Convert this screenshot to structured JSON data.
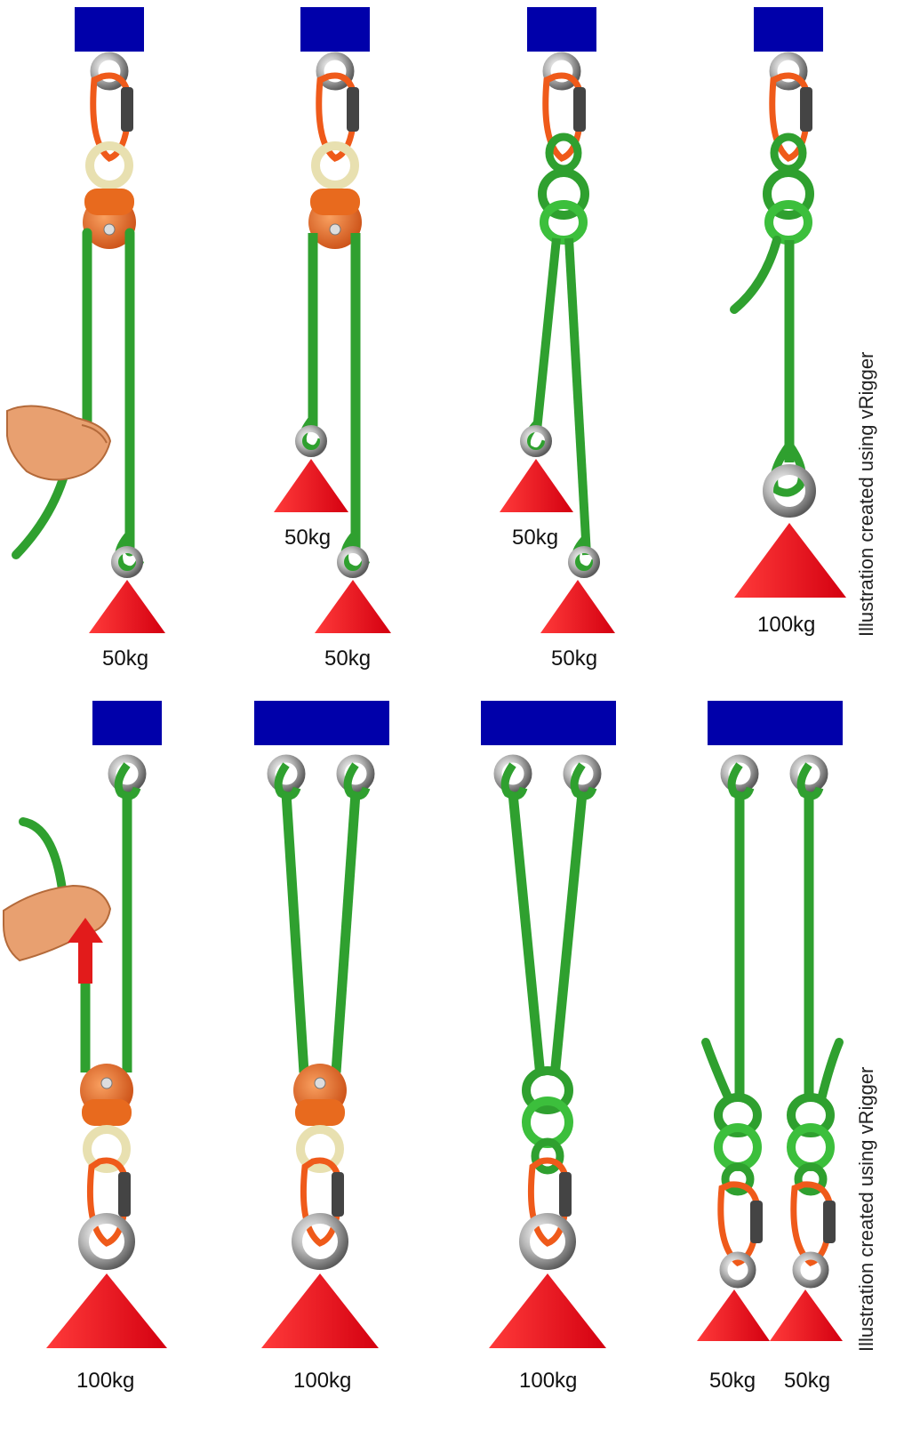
{
  "credit_text": "Illustration created using vRigger",
  "colors": {
    "anchor": "#0000aa",
    "rope": "#2fa02f",
    "rope_light": "#7fd87f",
    "load": "#e8141c",
    "load_shadow": "#f3a3a6",
    "carabiner": "#ef5a1a",
    "ring": "#9c9c9c",
    "pulley": "#e86a1e",
    "swivel": "#e8e0b0",
    "arrow": "#e21b1b",
    "hand": "#e8a070"
  },
  "top_row": {
    "panel1": {
      "load_label": "50kg"
    },
    "panel2": {
      "load_label_upper": "50kg",
      "load_label_lower": "50kg"
    },
    "panel3": {
      "load_label_upper": "50kg",
      "load_label_lower": "50kg"
    },
    "panel4": {
      "load_label": "100kg"
    }
  },
  "bottom_row": {
    "panel5": {
      "load_label": "100kg"
    },
    "panel6": {
      "load_label": "100kg"
    },
    "panel7": {
      "load_label": "100kg"
    },
    "panel8": {
      "load_label_left": "50kg",
      "load_label_right": "50kg"
    }
  }
}
